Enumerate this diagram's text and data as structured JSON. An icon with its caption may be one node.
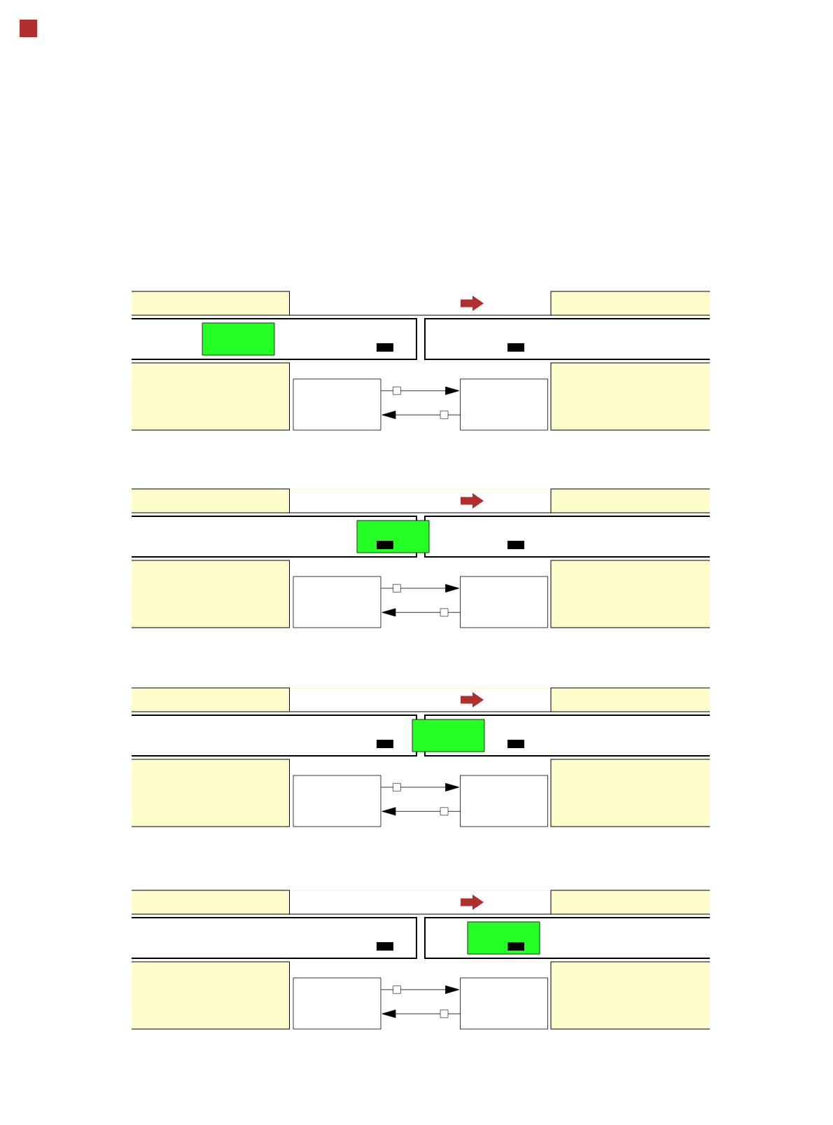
{
  "diagram": {
    "nodes": [
      {
        "text": [],
        "shape": "box"
      },
      {
        "text": [],
        "shape": "box"
      },
      {
        "text": [],
        "shape": "box"
      },
      {
        "text": [],
        "shape": "box"
      },
      {
        "text": [],
        "shape": "box"
      },
      {
        "text": [],
        "shape": "box"
      },
      {
        "text": [],
        "shape": "box"
      },
      {
        "text": [],
        "shape": "box"
      },
      {
        "text": [],
        "shape": "box"
      },
      {
        "text": [],
        "shape": "box"
      },
      {
        "text": [],
        "shape": "box"
      },
      {
        "text": [],
        "shape": "box"
      }
    ],
    "edges": [
      {
        "from": 1,
        "to": 2,
        "arrow": "to"
      },
      {
        "from": 2,
        "to": 1,
        "arrow": "to"
      },
      {
        "from": 4,
        "to": 5,
        "arrow": "to"
      },
      {
        "from": 5,
        "to": 4,
        "arrow": "to"
      },
      {
        "from": 7,
        "to": 8,
        "arrow": "to"
      },
      {
        "from": 8,
        "to": 7,
        "arrow": "to"
      },
      {
        "from": 10,
        "to": 11,
        "arrow": "to"
      },
      {
        "from": 11,
        "to": 10,
        "arrow": "to"
      }
    ]
  }
}
